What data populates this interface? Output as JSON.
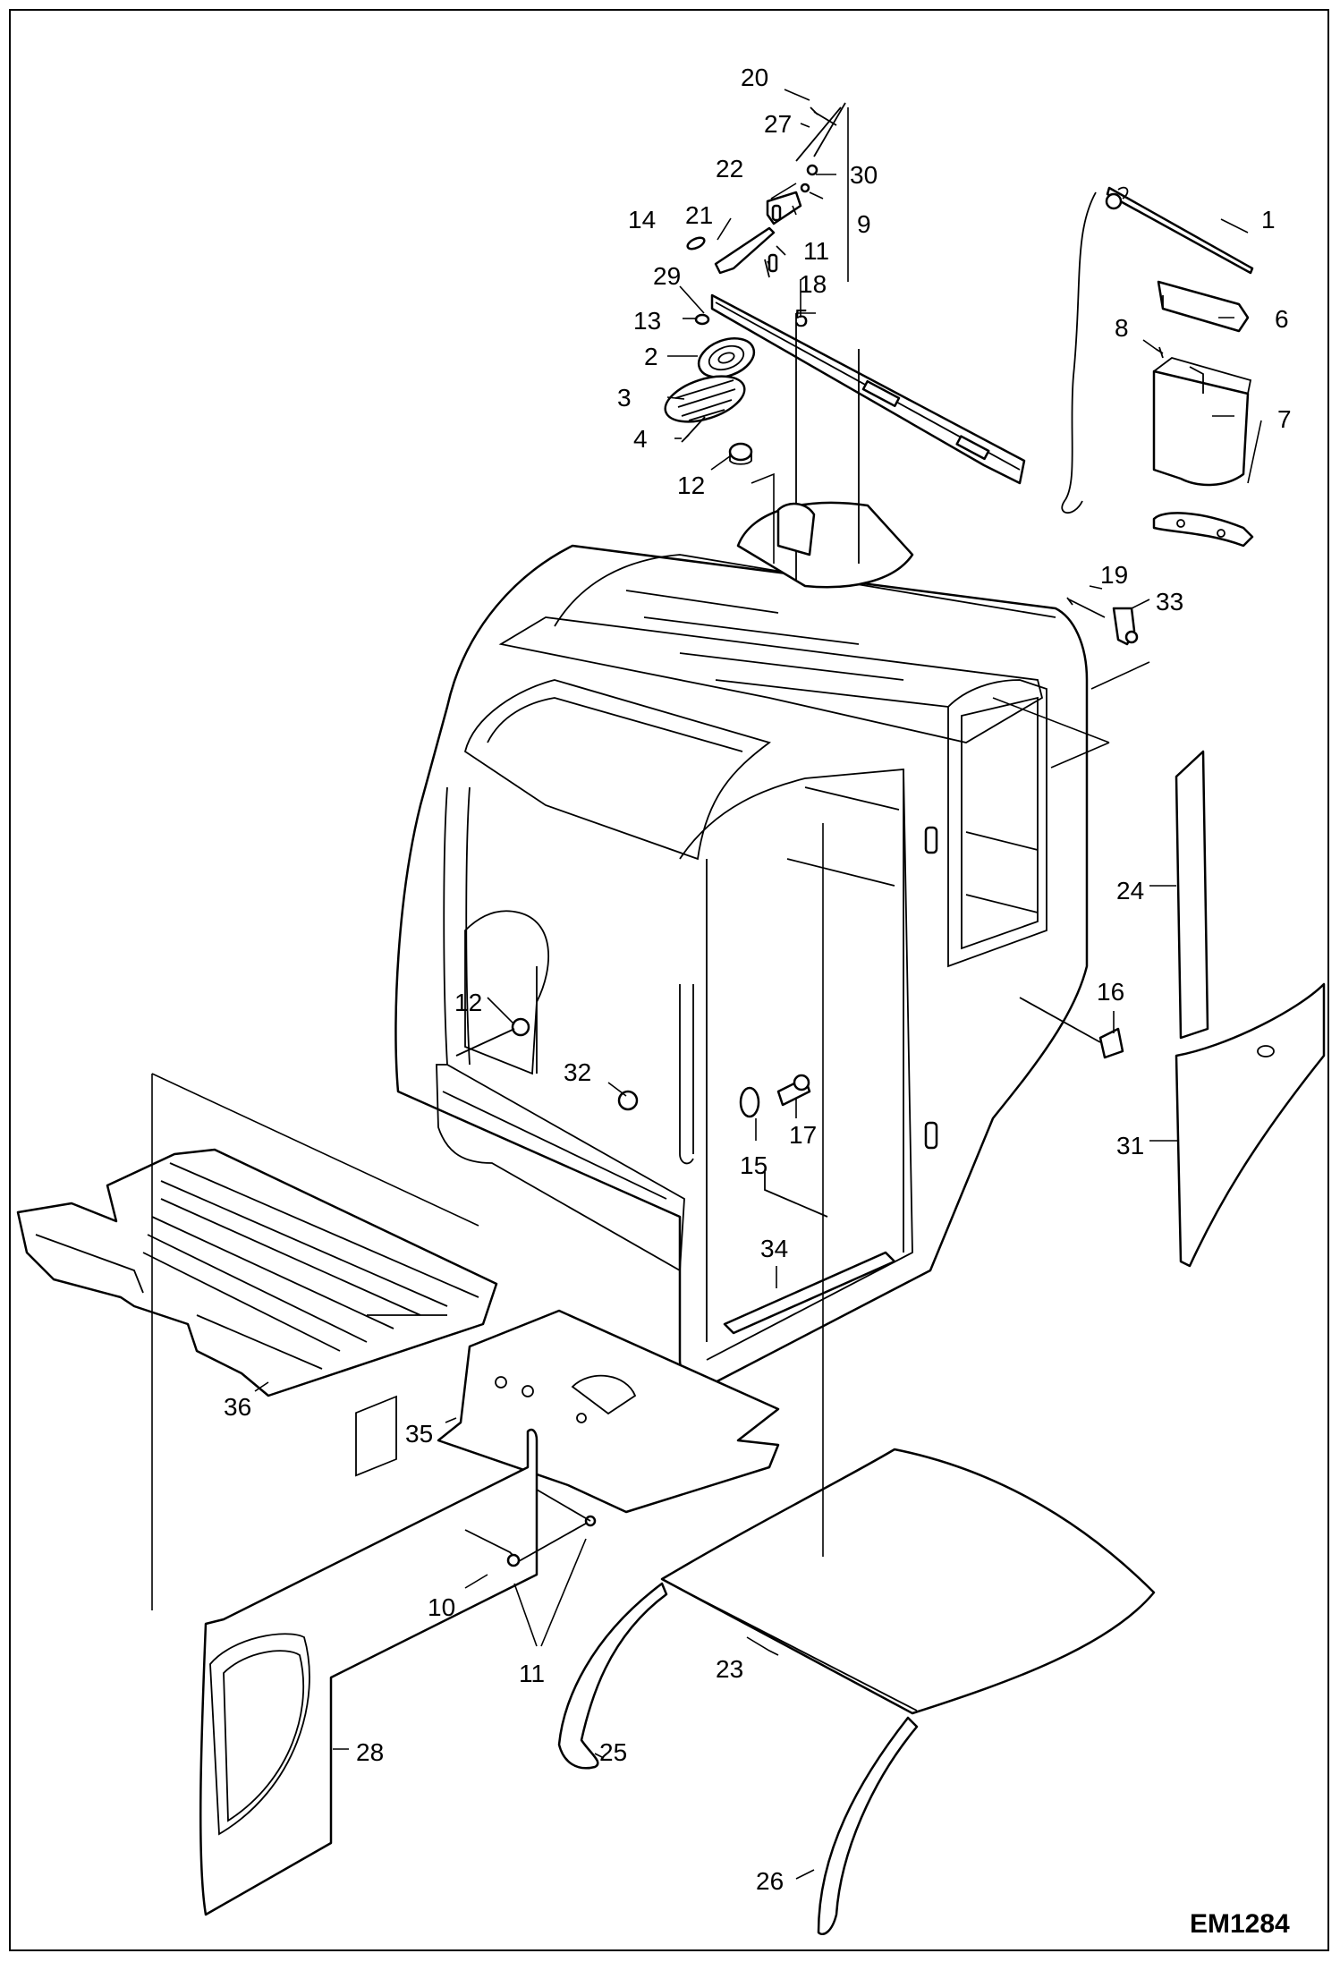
{
  "drawing_code": "EM1284",
  "callouts": [
    {
      "id": "1",
      "text": "1"
    },
    {
      "id": "2",
      "text": "2"
    },
    {
      "id": "3",
      "text": "3"
    },
    {
      "id": "4",
      "text": "4"
    },
    {
      "id": "5",
      "text": "5"
    },
    {
      "id": "6",
      "text": "6"
    },
    {
      "id": "7",
      "text": "7"
    },
    {
      "id": "8",
      "text": "8"
    },
    {
      "id": "9",
      "text": "9"
    },
    {
      "id": "10",
      "text": "10"
    },
    {
      "id": "11a",
      "text": "11"
    },
    {
      "id": "11b",
      "text": "11"
    },
    {
      "id": "12a",
      "text": "12"
    },
    {
      "id": "12b",
      "text": "12"
    },
    {
      "id": "13",
      "text": "13"
    },
    {
      "id": "14",
      "text": "14"
    },
    {
      "id": "15",
      "text": "15"
    },
    {
      "id": "16",
      "text": "16"
    },
    {
      "id": "17",
      "text": "17"
    },
    {
      "id": "18",
      "text": "18"
    },
    {
      "id": "19",
      "text": "19"
    },
    {
      "id": "20",
      "text": "20"
    },
    {
      "id": "21",
      "text": "21"
    },
    {
      "id": "22",
      "text": "22"
    },
    {
      "id": "23",
      "text": "23"
    },
    {
      "id": "24",
      "text": "24"
    },
    {
      "id": "25",
      "text": "25"
    },
    {
      "id": "26",
      "text": "26"
    },
    {
      "id": "27",
      "text": "27"
    },
    {
      "id": "28",
      "text": "28"
    },
    {
      "id": "29",
      "text": "29"
    },
    {
      "id": "30",
      "text": "30"
    },
    {
      "id": "31",
      "text": "31"
    },
    {
      "id": "32",
      "text": "32"
    },
    {
      "id": "33",
      "text": "33"
    },
    {
      "id": "34",
      "text": "34"
    },
    {
      "id": "35",
      "text": "35"
    },
    {
      "id": "36",
      "text": "36"
    }
  ]
}
